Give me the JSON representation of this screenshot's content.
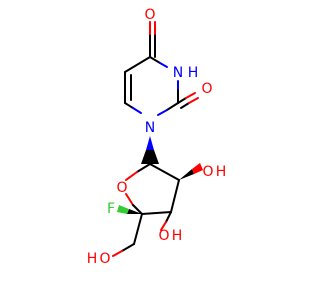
{
  "colors": {
    "carbon_bond": "#000000",
    "oxygen": "#ff0000",
    "nitrogen": "#0000ff",
    "fluorine": "#33cc33",
    "background": "#ffffff"
  },
  "molecule": {
    "atoms": {
      "o_top": "O",
      "n_h_n": "N",
      "n_h_h": "H",
      "o_right": "O",
      "n_ring": "N",
      "o_sugar": "O",
      "f": "F",
      "oh2_o": "O",
      "oh2_h": "H",
      "oh3_o": "O",
      "oh3_h": "H",
      "ch2oh_o": "O",
      "ch2oh_h": "H"
    }
  }
}
